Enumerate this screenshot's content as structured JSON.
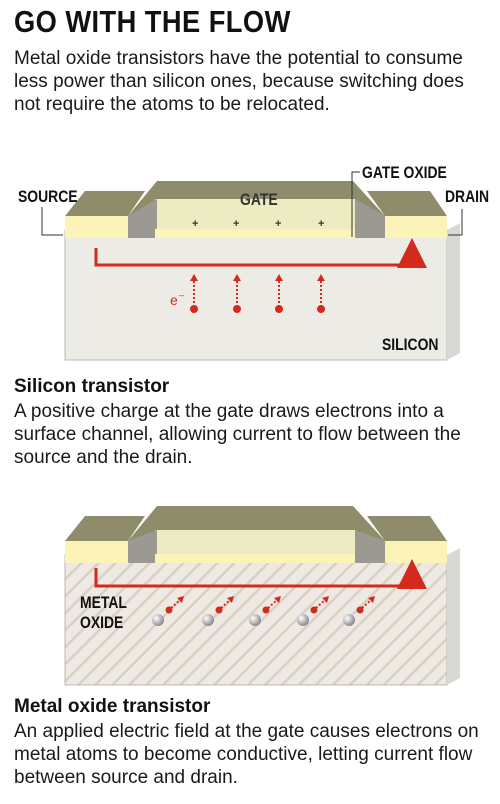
{
  "header": {
    "title": "GO WITH THE FLOW",
    "intro": "Metal oxide transistors have the potential to consume less power than silicon ones, because switching does not require the atoms to be relocated."
  },
  "diagram1": {
    "labels": {
      "source": "SOURCE",
      "gate": "GATE",
      "gate_oxide": "GATE OXIDE",
      "drain": "DRAIN",
      "electron": "e",
      "electron_sup": "–",
      "substrate": "SILICON"
    },
    "heading": "Silicon transistor",
    "caption": "A positive charge at the gate draws electrons into a surface channel, allowing current to flow between the source and the drain."
  },
  "diagram2": {
    "labels": {
      "substrate_line1": "METAL",
      "substrate_line2": "OXIDE"
    },
    "heading": "Metal oxide transistor",
    "caption": "An applied electric field at the gate causes electrons on metal atoms to become conductive, letting current flow between source and drain."
  },
  "colors": {
    "slab_top": "#8f8c6b",
    "slab_face": "#6f6c52",
    "gate_layer": "#ecebc2",
    "contact": "#fbf3b7",
    "silicon": "#ecebe6",
    "silicon_side": "#d9d8d2",
    "current_arrow": "#d42a1e",
    "oxide_hatch": "#e4ddd1",
    "metal_atom": "#a8a8a8"
  }
}
